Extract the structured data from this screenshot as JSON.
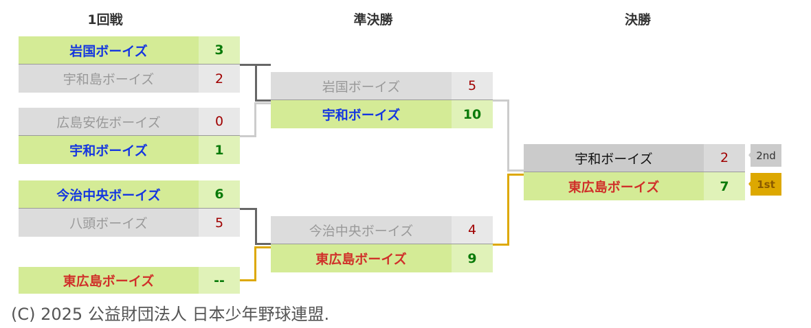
{
  "headers": [
    "1回戦",
    "準決勝",
    "決勝"
  ],
  "round1": [
    {
      "teams": [
        {
          "name": "岩国ボーイズ",
          "score": "3"
        },
        {
          "name": "宇和島ボーイズ",
          "score": "2"
        }
      ]
    },
    {
      "teams": [
        {
          "name": "広島安佐ボーイズ",
          "score": "0"
        },
        {
          "name": "宇和ボーイズ",
          "score": "1"
        }
      ]
    },
    {
      "teams": [
        {
          "name": "今治中央ボーイズ",
          "score": "6"
        },
        {
          "name": "八頭ボーイズ",
          "score": "5"
        }
      ]
    },
    {
      "teams": [
        {
          "name": "東広島ボーイズ",
          "score": "--"
        }
      ]
    }
  ],
  "semis": [
    {
      "teams": [
        {
          "name": "岩国ボーイズ",
          "score": "5"
        },
        {
          "name": "宇和ボーイズ",
          "score": "10"
        }
      ]
    },
    {
      "teams": [
        {
          "name": "今治中央ボーイズ",
          "score": "4"
        },
        {
          "name": "東広島ボーイズ",
          "score": "9"
        }
      ]
    }
  ],
  "final": {
    "teams": [
      {
        "name": "宇和ボーイズ",
        "score": "2",
        "rank": "2nd"
      },
      {
        "name": "東広島ボーイズ",
        "score": "7",
        "rank": "1st"
      }
    ]
  },
  "colors": {
    "gold": "#dda800",
    "winner_line": "#666666",
    "loser_line": "#cccccc"
  },
  "footer": "(C) 2025 公益財団法人 日本少年野球連盟."
}
